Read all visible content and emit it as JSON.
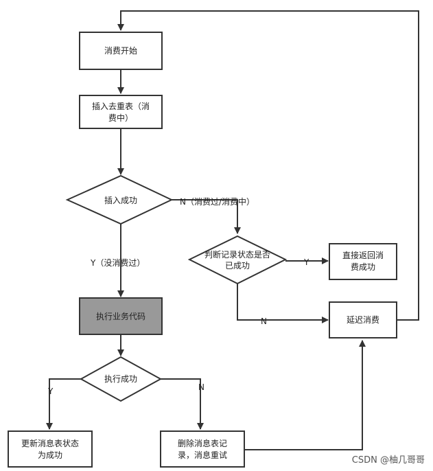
{
  "nodes": {
    "start": "消费开始",
    "insert_dedup_line1": "插入去重表（消",
    "insert_dedup_line2": "费中）",
    "insert_success": "插入成功",
    "check_state_line1": "判断记录状态是否",
    "check_state_line2": "已成功",
    "return_success_line1": "直接返回消",
    "return_success_line2": "费成功",
    "delay_consume": "延迟消费",
    "business_code": "执行业务代码",
    "exec_success": "执行成功",
    "update_line1": "更新消息表状态",
    "update_line2": "为成功",
    "delete_line1": "删除消息表记",
    "delete_line2": "录，消息重试"
  },
  "edges": {
    "no_consumed": "N（消费过/消费中）",
    "yes_not_consumed": "Y（没消费过）",
    "state_yes": "Y",
    "state_no": "N",
    "exec_yes": "Y",
    "exec_no": "N"
  },
  "watermark": "CSDN @柚几哥哥",
  "colors": {
    "stroke": "#333333",
    "highlight_fill": "#999999"
  }
}
